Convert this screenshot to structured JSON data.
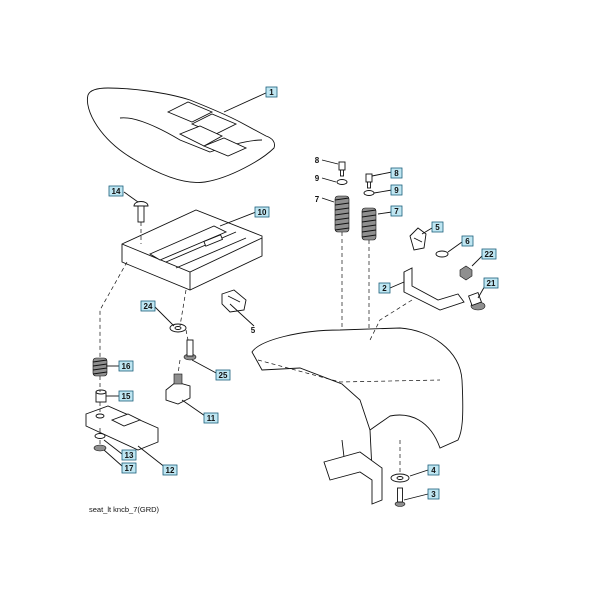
{
  "caption": "seat_lt kncb_7(GRD)",
  "callouts": [
    {
      "id": "1",
      "boxed": true
    },
    {
      "id": "2",
      "boxed": true
    },
    {
      "id": "3",
      "boxed": true
    },
    {
      "id": "4",
      "boxed": true
    },
    {
      "id": "5",
      "boxed": true
    },
    {
      "id": "5",
      "boxed": false
    },
    {
      "id": "6",
      "boxed": true
    },
    {
      "id": "7",
      "boxed": false
    },
    {
      "id": "7",
      "boxed": true
    },
    {
      "id": "8",
      "boxed": false
    },
    {
      "id": "8",
      "boxed": true
    },
    {
      "id": "9",
      "boxed": false
    },
    {
      "id": "9",
      "boxed": true
    },
    {
      "id": "10",
      "boxed": true
    },
    {
      "id": "11",
      "boxed": true
    },
    {
      "id": "12",
      "boxed": true
    },
    {
      "id": "13",
      "boxed": true
    },
    {
      "id": "14",
      "boxed": true
    },
    {
      "id": "15",
      "boxed": true
    },
    {
      "id": "16",
      "boxed": true
    },
    {
      "id": "17",
      "boxed": true
    },
    {
      "id": "21",
      "boxed": true
    },
    {
      "id": "22",
      "boxed": true
    },
    {
      "id": "24",
      "boxed": true
    },
    {
      "id": "25",
      "boxed": true
    }
  ]
}
